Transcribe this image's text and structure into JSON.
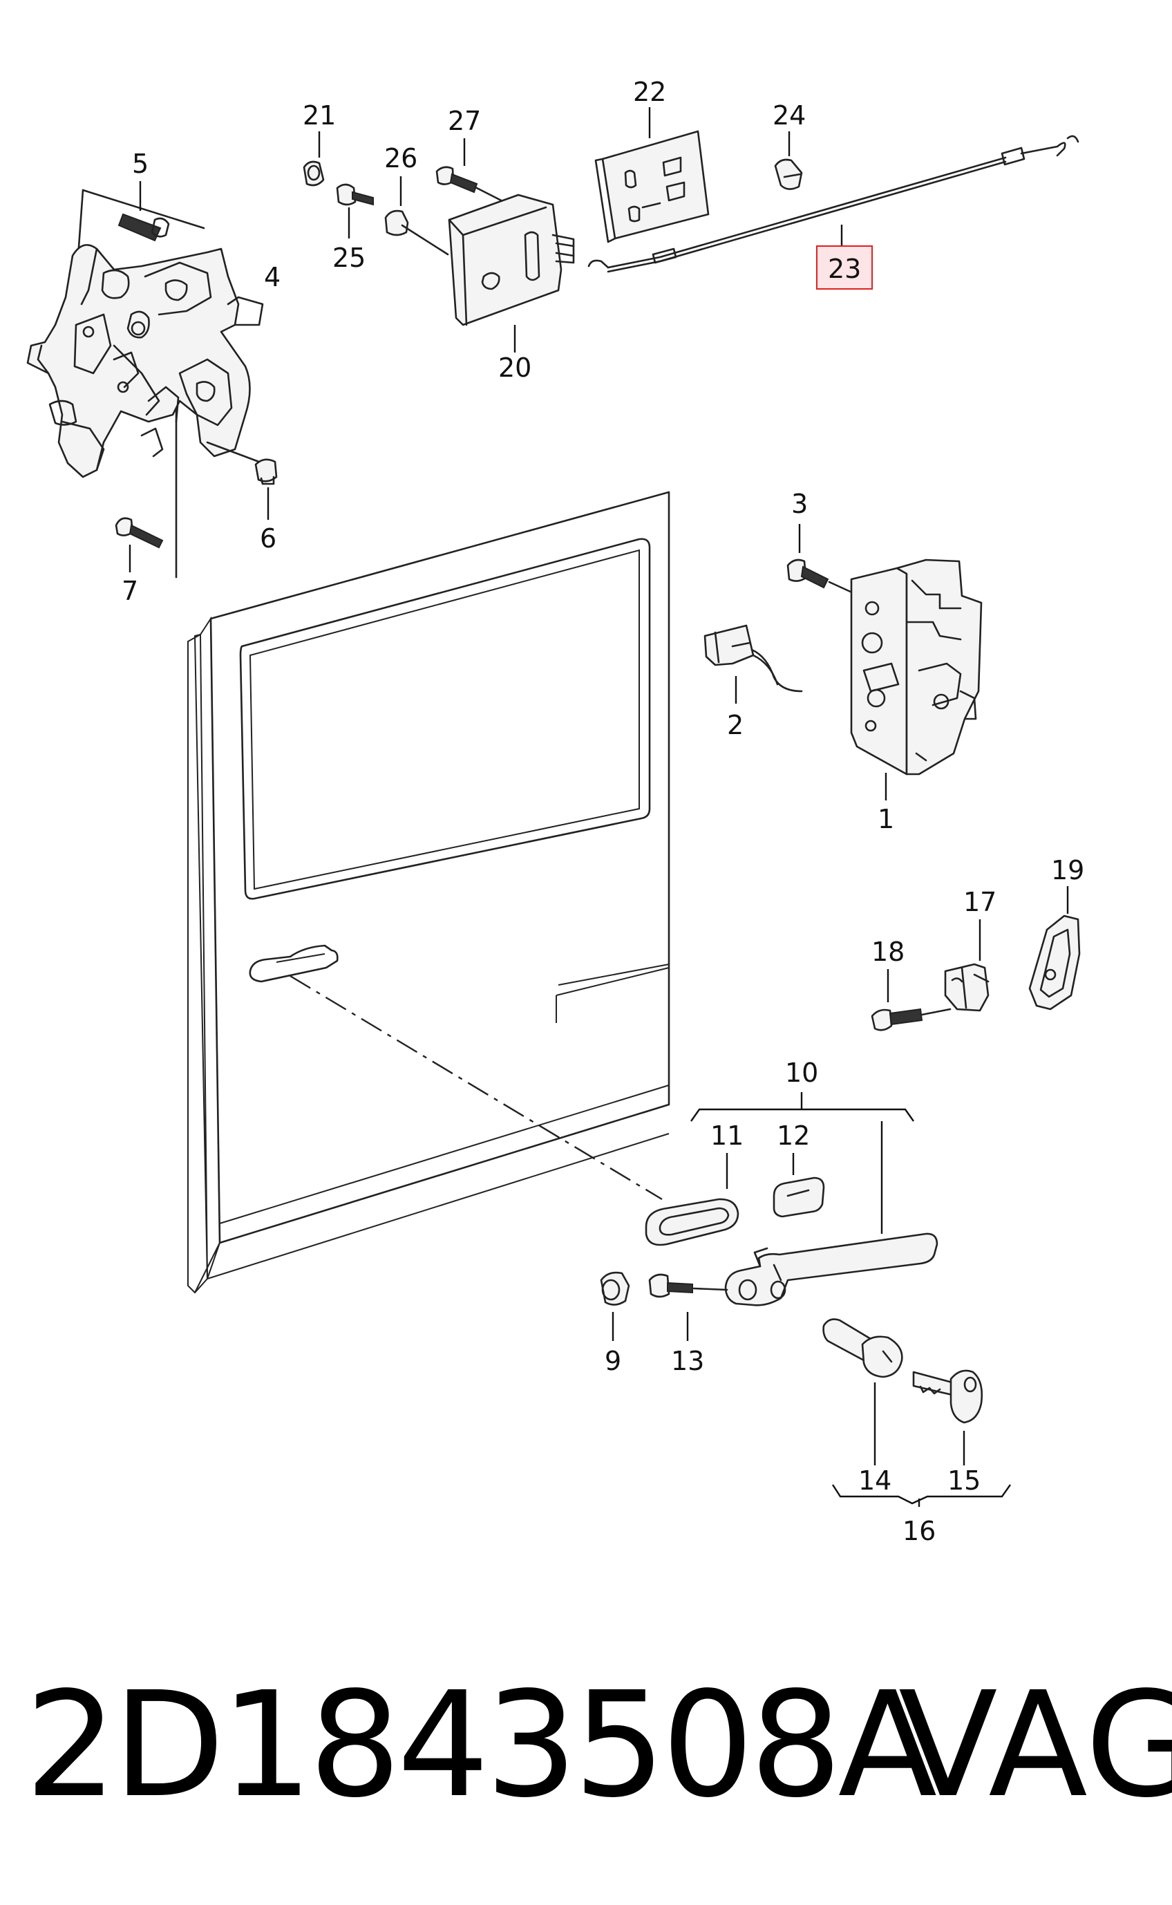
{
  "footer": {
    "part_number": "2D1843508A",
    "brand": "VAG"
  },
  "callouts": {
    "c1": "1",
    "c2": "2",
    "c3": "3",
    "c4": "4",
    "c5": "5",
    "c6": "6",
    "c7": "7",
    "c9": "9",
    "c10": "10",
    "c11": "11",
    "c12": "12",
    "c13": "13",
    "c14": "14",
    "c15": "15",
    "c16": "16",
    "c17": "17",
    "c18": "18",
    "c19": "19",
    "c20": "20",
    "c21": "21",
    "c22": "22",
    "c23": "23",
    "c24": "24",
    "c25": "25",
    "c26": "26",
    "c27": "27"
  },
  "highlight": {
    "callout": "23",
    "color": "#e02020",
    "fill": "#fde4e6"
  }
}
